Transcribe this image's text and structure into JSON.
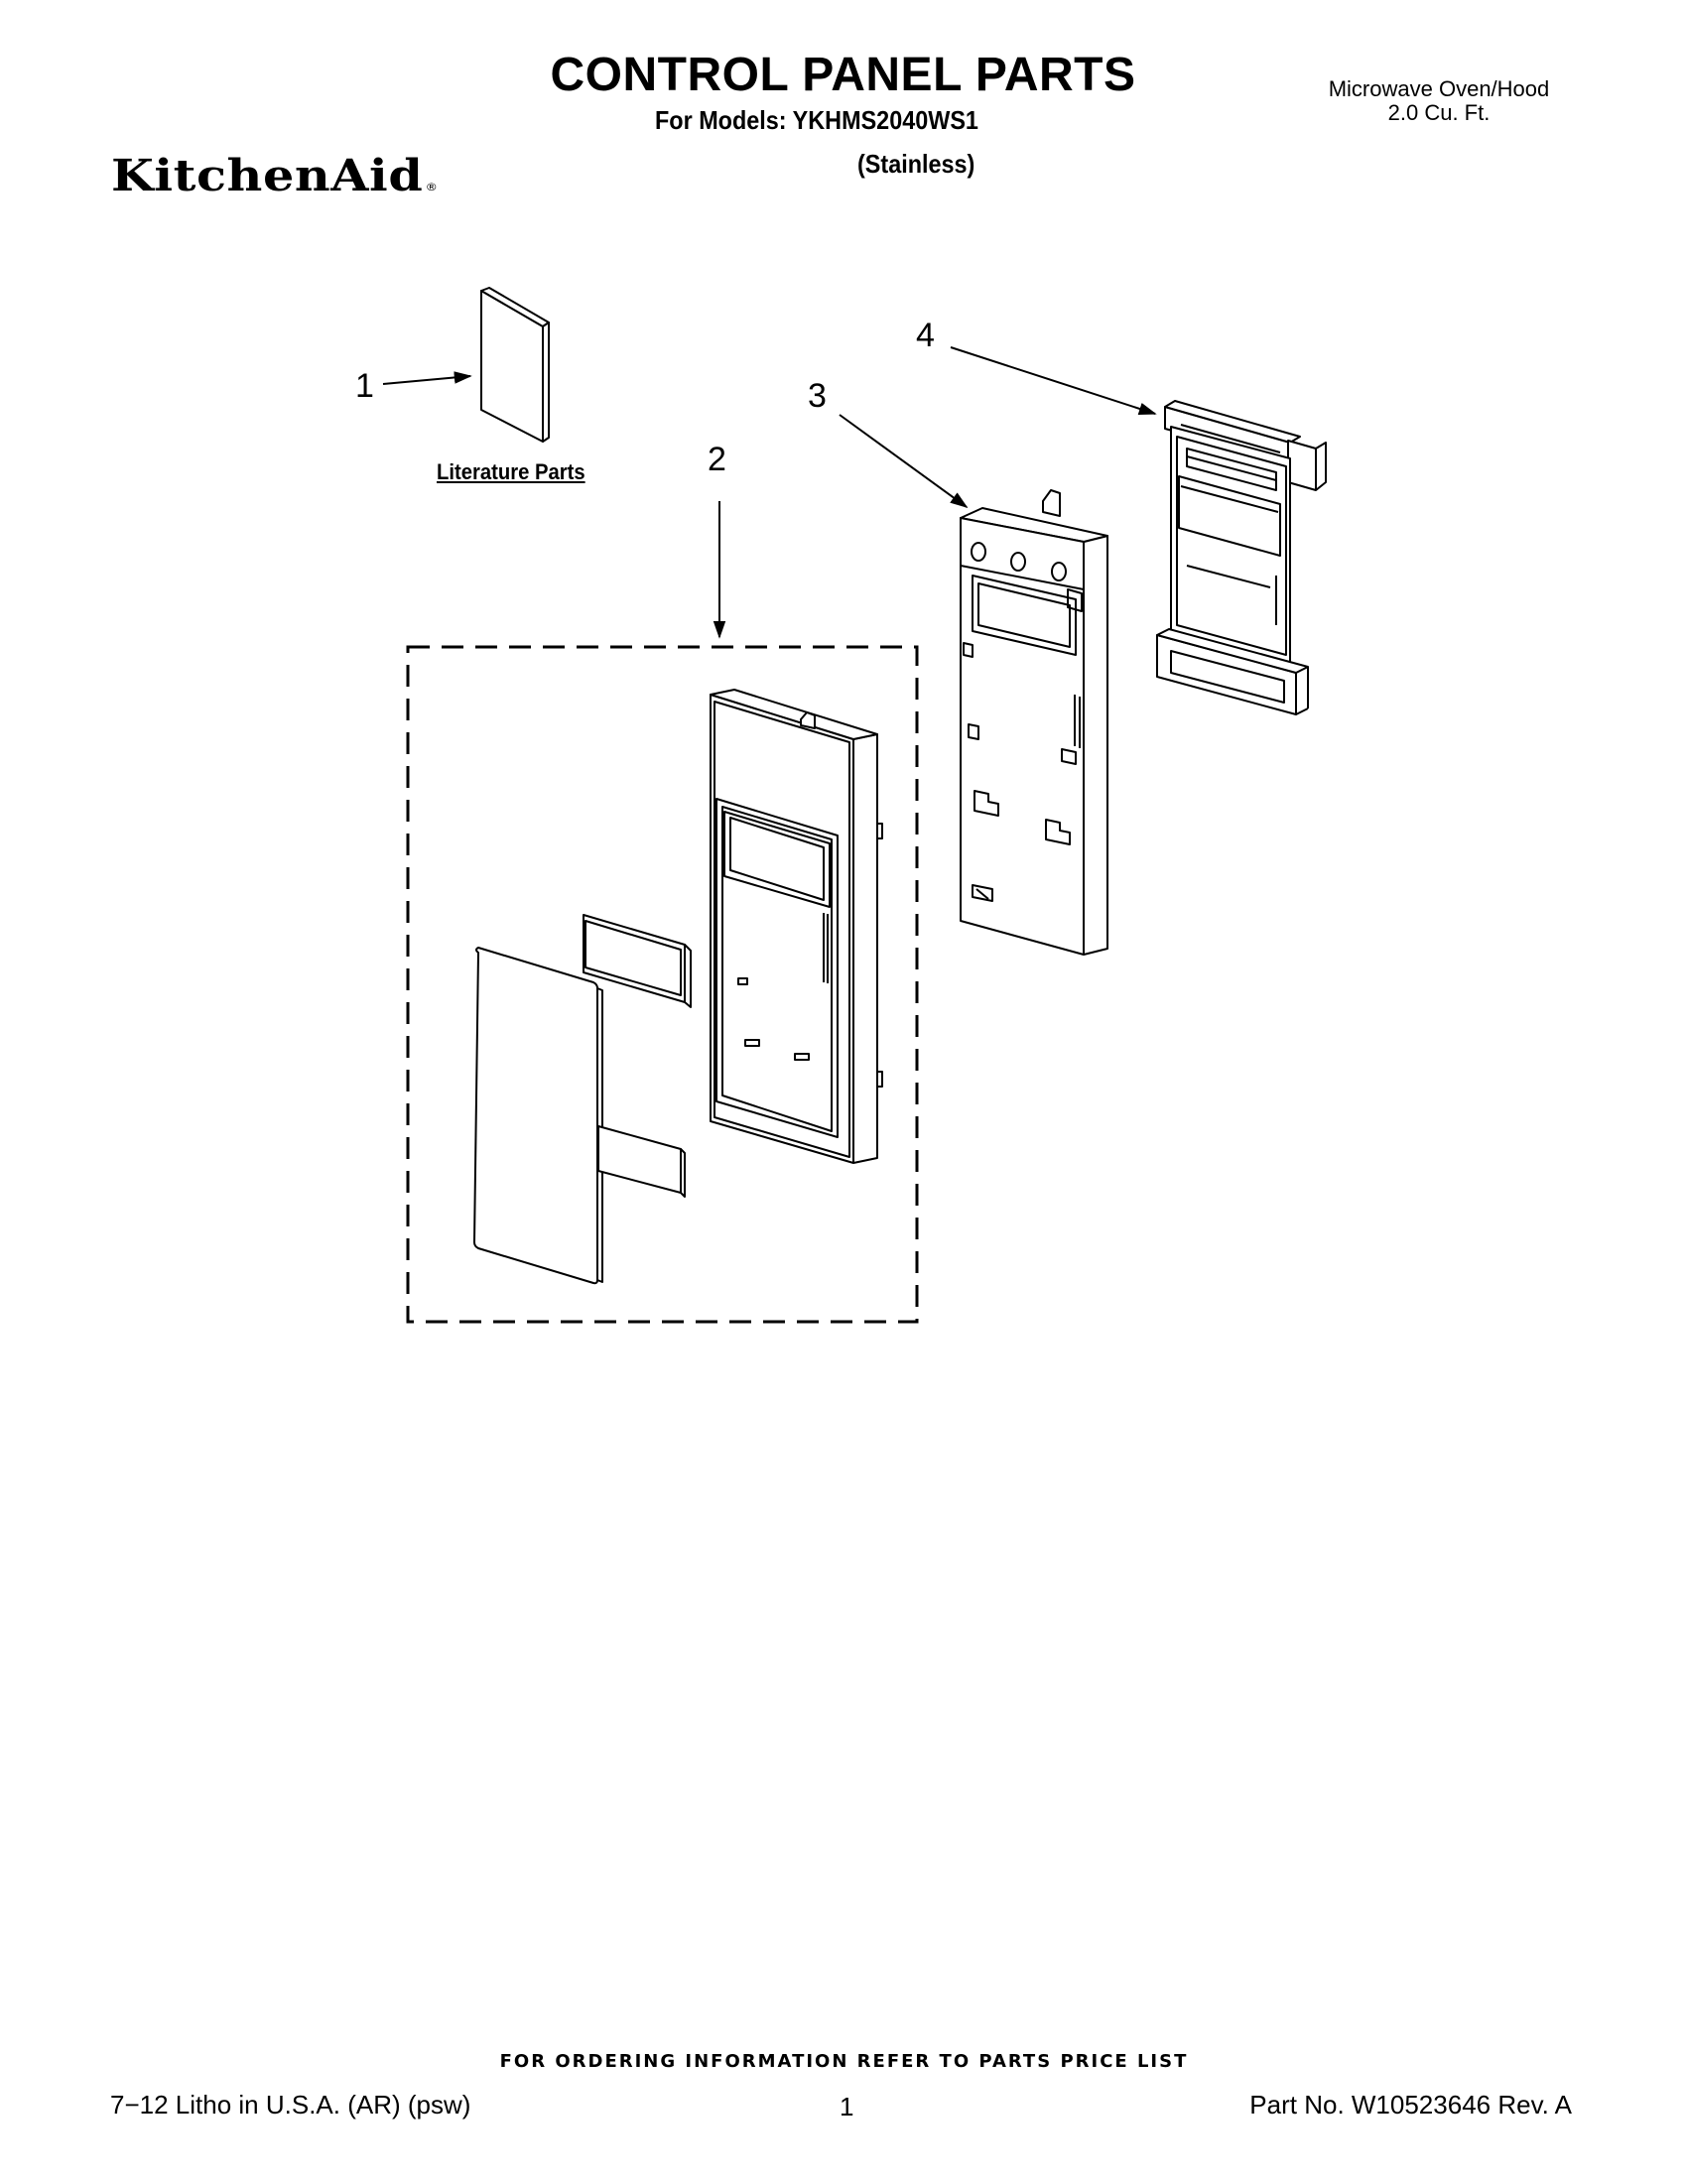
{
  "header": {
    "title": "CONTROL PANEL PARTS",
    "models_line": "For Models: YKHMS2040WS1",
    "variant": "(Stainless)",
    "product_line_1": "Microwave Oven/Hood",
    "product_line_2": "2.0 Cu. Ft.",
    "brand": "KitchenAid",
    "brand_mark": "®"
  },
  "diagram": {
    "callouts": [
      "1",
      "2",
      "3",
      "4"
    ],
    "literature_label": "Literature Parts"
  },
  "footer": {
    "ordering_note": "FOR ORDERING INFORMATION REFER TO PARTS PRICE LIST",
    "print_info": "7−12 Litho in U.S.A. (AR) (psw)",
    "page_number": "1",
    "part_number": "Part No. W10523646 Rev. A"
  }
}
